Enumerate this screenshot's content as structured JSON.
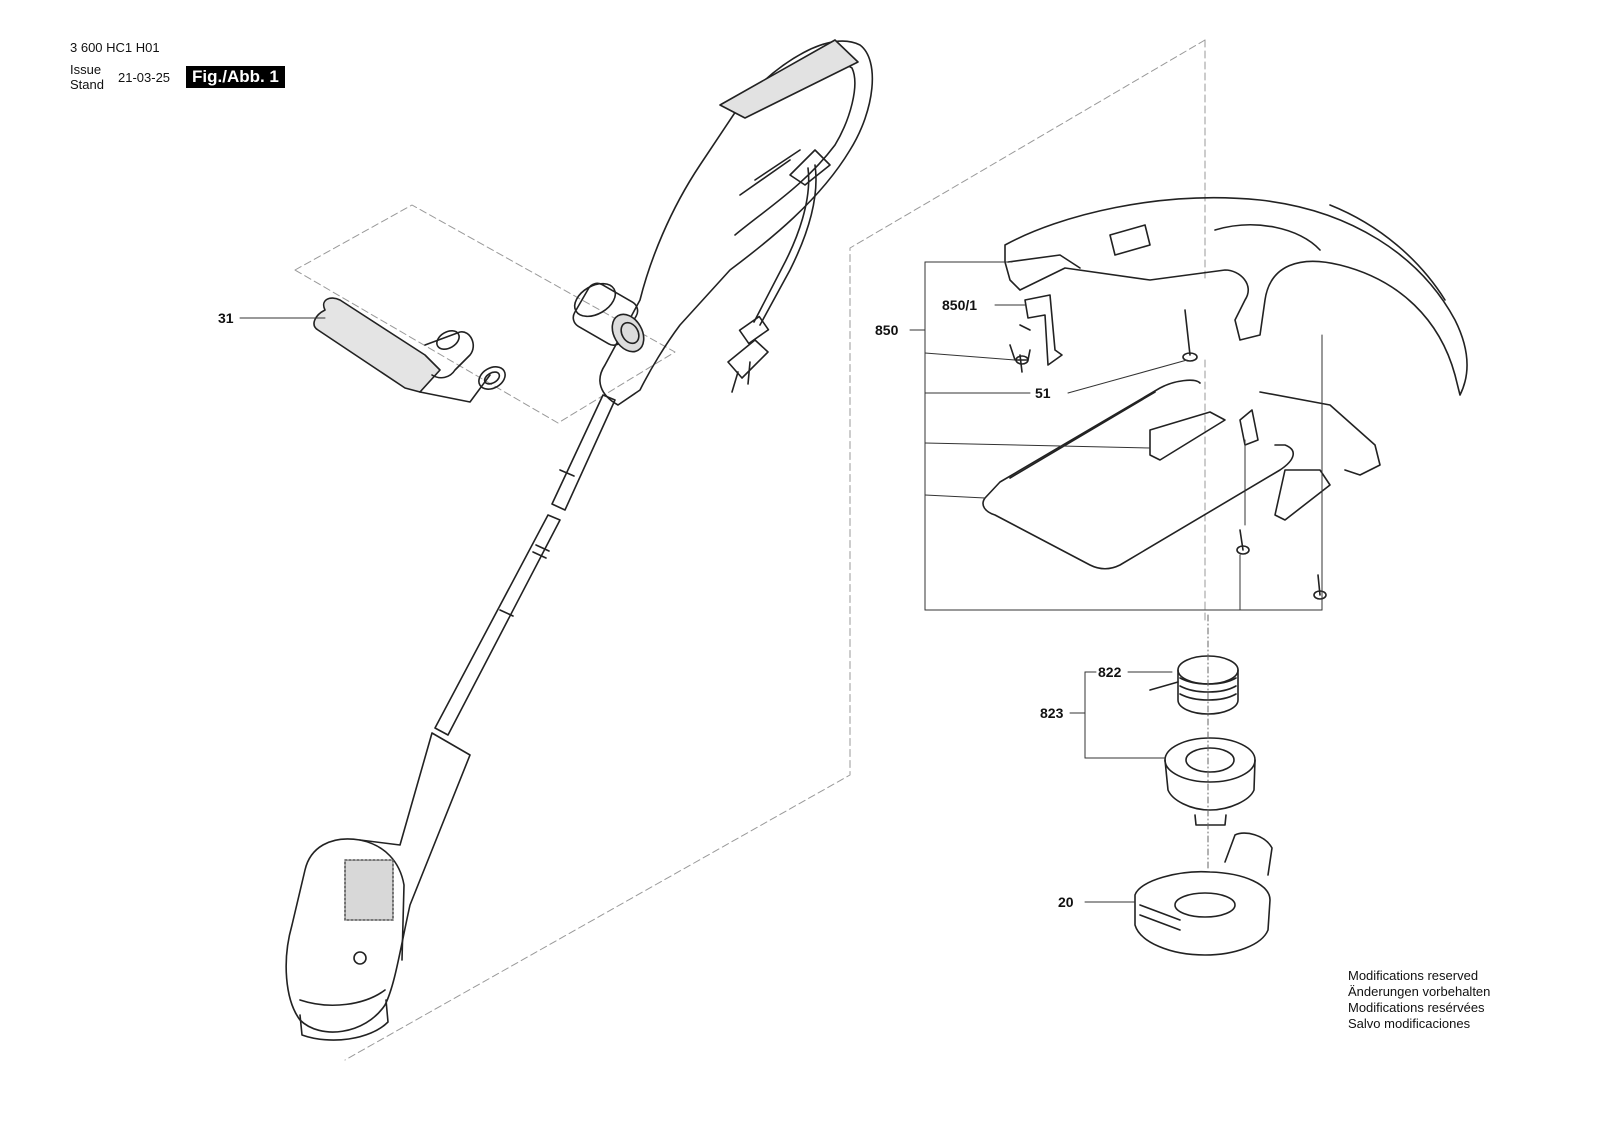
{
  "header": {
    "part_number": "3 600 HC1 H01",
    "issue_label": "Issue",
    "stand_label": "Stand",
    "issue_date": "21-03-25",
    "figure_label": "Fig./Abb. 1"
  },
  "callouts": [
    "31",
    "850",
    "850/1",
    "51",
    "822",
    "823",
    "20"
  ],
  "notes": [
    "Modifications reserved",
    "Änderungen vorbehalten",
    "Modifications resérvées",
    "Salvo modificaciones"
  ]
}
